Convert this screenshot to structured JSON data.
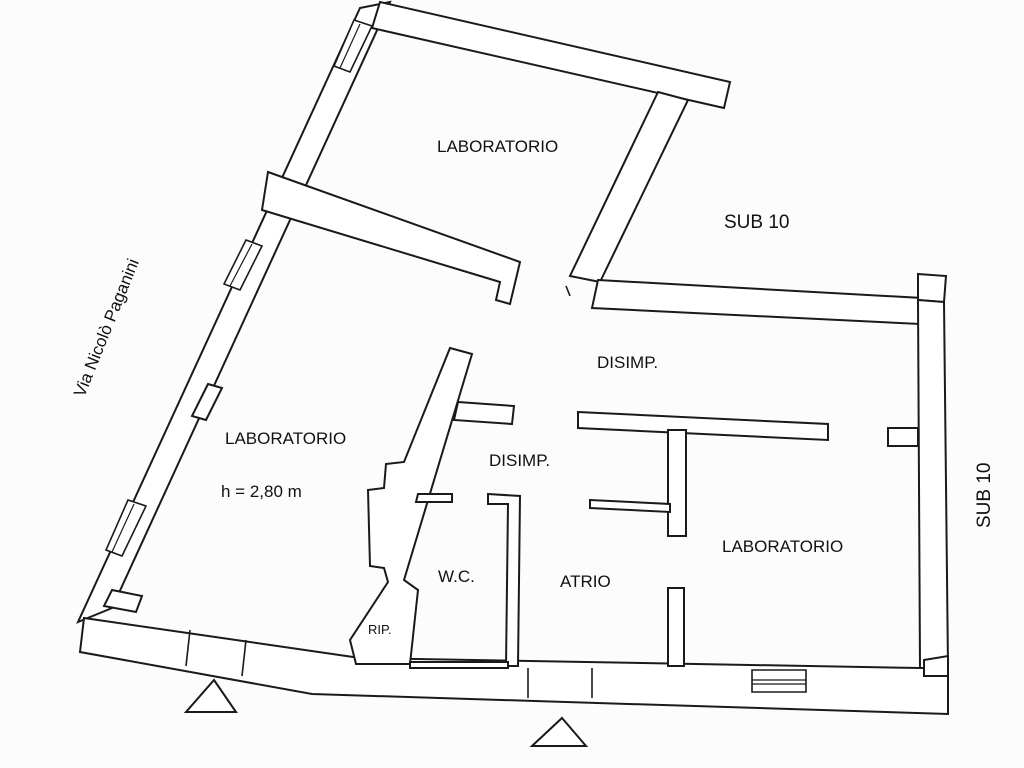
{
  "plan": {
    "street_label": "Via Nicolò Paganini",
    "rooms": {
      "lab_top": "LABORATORIO",
      "lab_left": "LABORATORIO",
      "lab_height": "h = 2,80 m",
      "lab_right": "LABORATORIO",
      "disimp_upper": "DISIMP.",
      "disimp_lower": "DISIMP.",
      "wc": "W.C.",
      "atrio": "ATRIO",
      "rip": "RIP."
    },
    "neighbours": {
      "sub_top": "SUB 10",
      "sub_right": "SUB 10"
    }
  }
}
